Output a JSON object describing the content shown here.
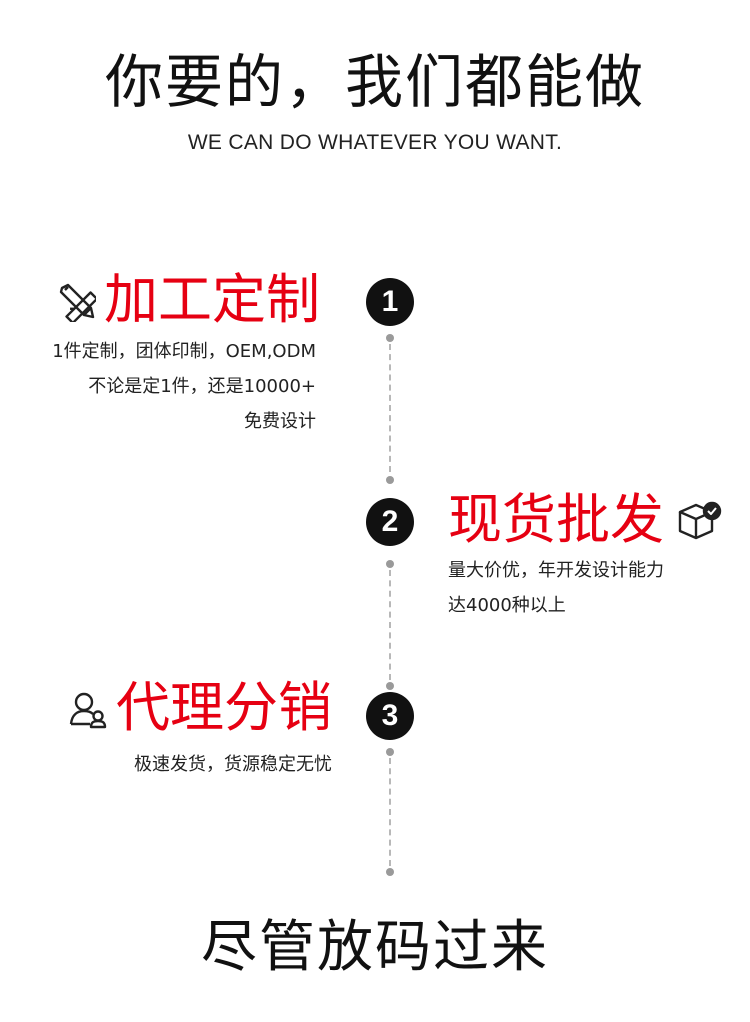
{
  "header": {
    "title": "你要的，我们都能做",
    "subtitle": "WE CAN DO WHATEVER YOU WANT."
  },
  "steps": [
    {
      "number": "1",
      "title": "加工定制",
      "icon": "pencil-ruler-icon",
      "lines": [
        "1件定制，团体印制，OEM,ODM",
        "不论是定1件，还是10000+",
        "免费设计"
      ]
    },
    {
      "number": "2",
      "title": "现货批发",
      "icon": "box-check-icon",
      "lines": [
        "量大价优，年开发设计能力",
        "达4000种以上"
      ]
    },
    {
      "number": "3",
      "title": "代理分销",
      "icon": "users-icon",
      "lines": [
        "极速发货，货源稳定无忧"
      ]
    }
  ],
  "footer": {
    "title": "尽管放码过来"
  },
  "colors": {
    "accent": "#e60012",
    "text": "#111111",
    "timeline": "#b8b8b8"
  }
}
